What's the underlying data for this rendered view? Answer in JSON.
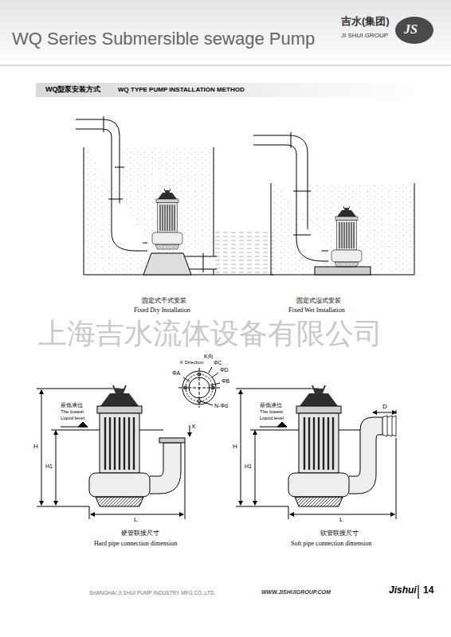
{
  "diagram": {
    "title": "WQ Series Submersible sewage Pump",
    "labels": [
      "吉水(集团)",
      "JI SHUI GROUP",
      "JS",
      "WQ型泵安装方式",
      "WQ TYPE PUMP INSTALLATION METHOD",
      "固定式干式安装",
      "Fixed Dry Installation",
      "固定式湿式安装",
      "Fixed Wet Installation",
      "上海吉水流体设备有限公司",
      "K向",
      "K Direction",
      "ΦC",
      "ΦD",
      "ΦB",
      "ΦA",
      "N-Φd",
      "最低液位",
      "The lowest",
      "Liquid level",
      "H",
      "H1",
      "L",
      "K",
      "最低液位",
      "The lowest",
      "Liquid level",
      "H",
      "H1",
      "L",
      "D",
      "硬管联接尺寸",
      "Hard pipe connection dimension",
      "软管联接尺寸",
      "Soft pipe connection dimension",
      "SHANGHAI JI SHUI PUMP INDUSTRY MFG.CO.,LTD.",
      "WWW.JISHUIGROUP.COM",
      "Jishui",
      "14"
    ]
  }
}
